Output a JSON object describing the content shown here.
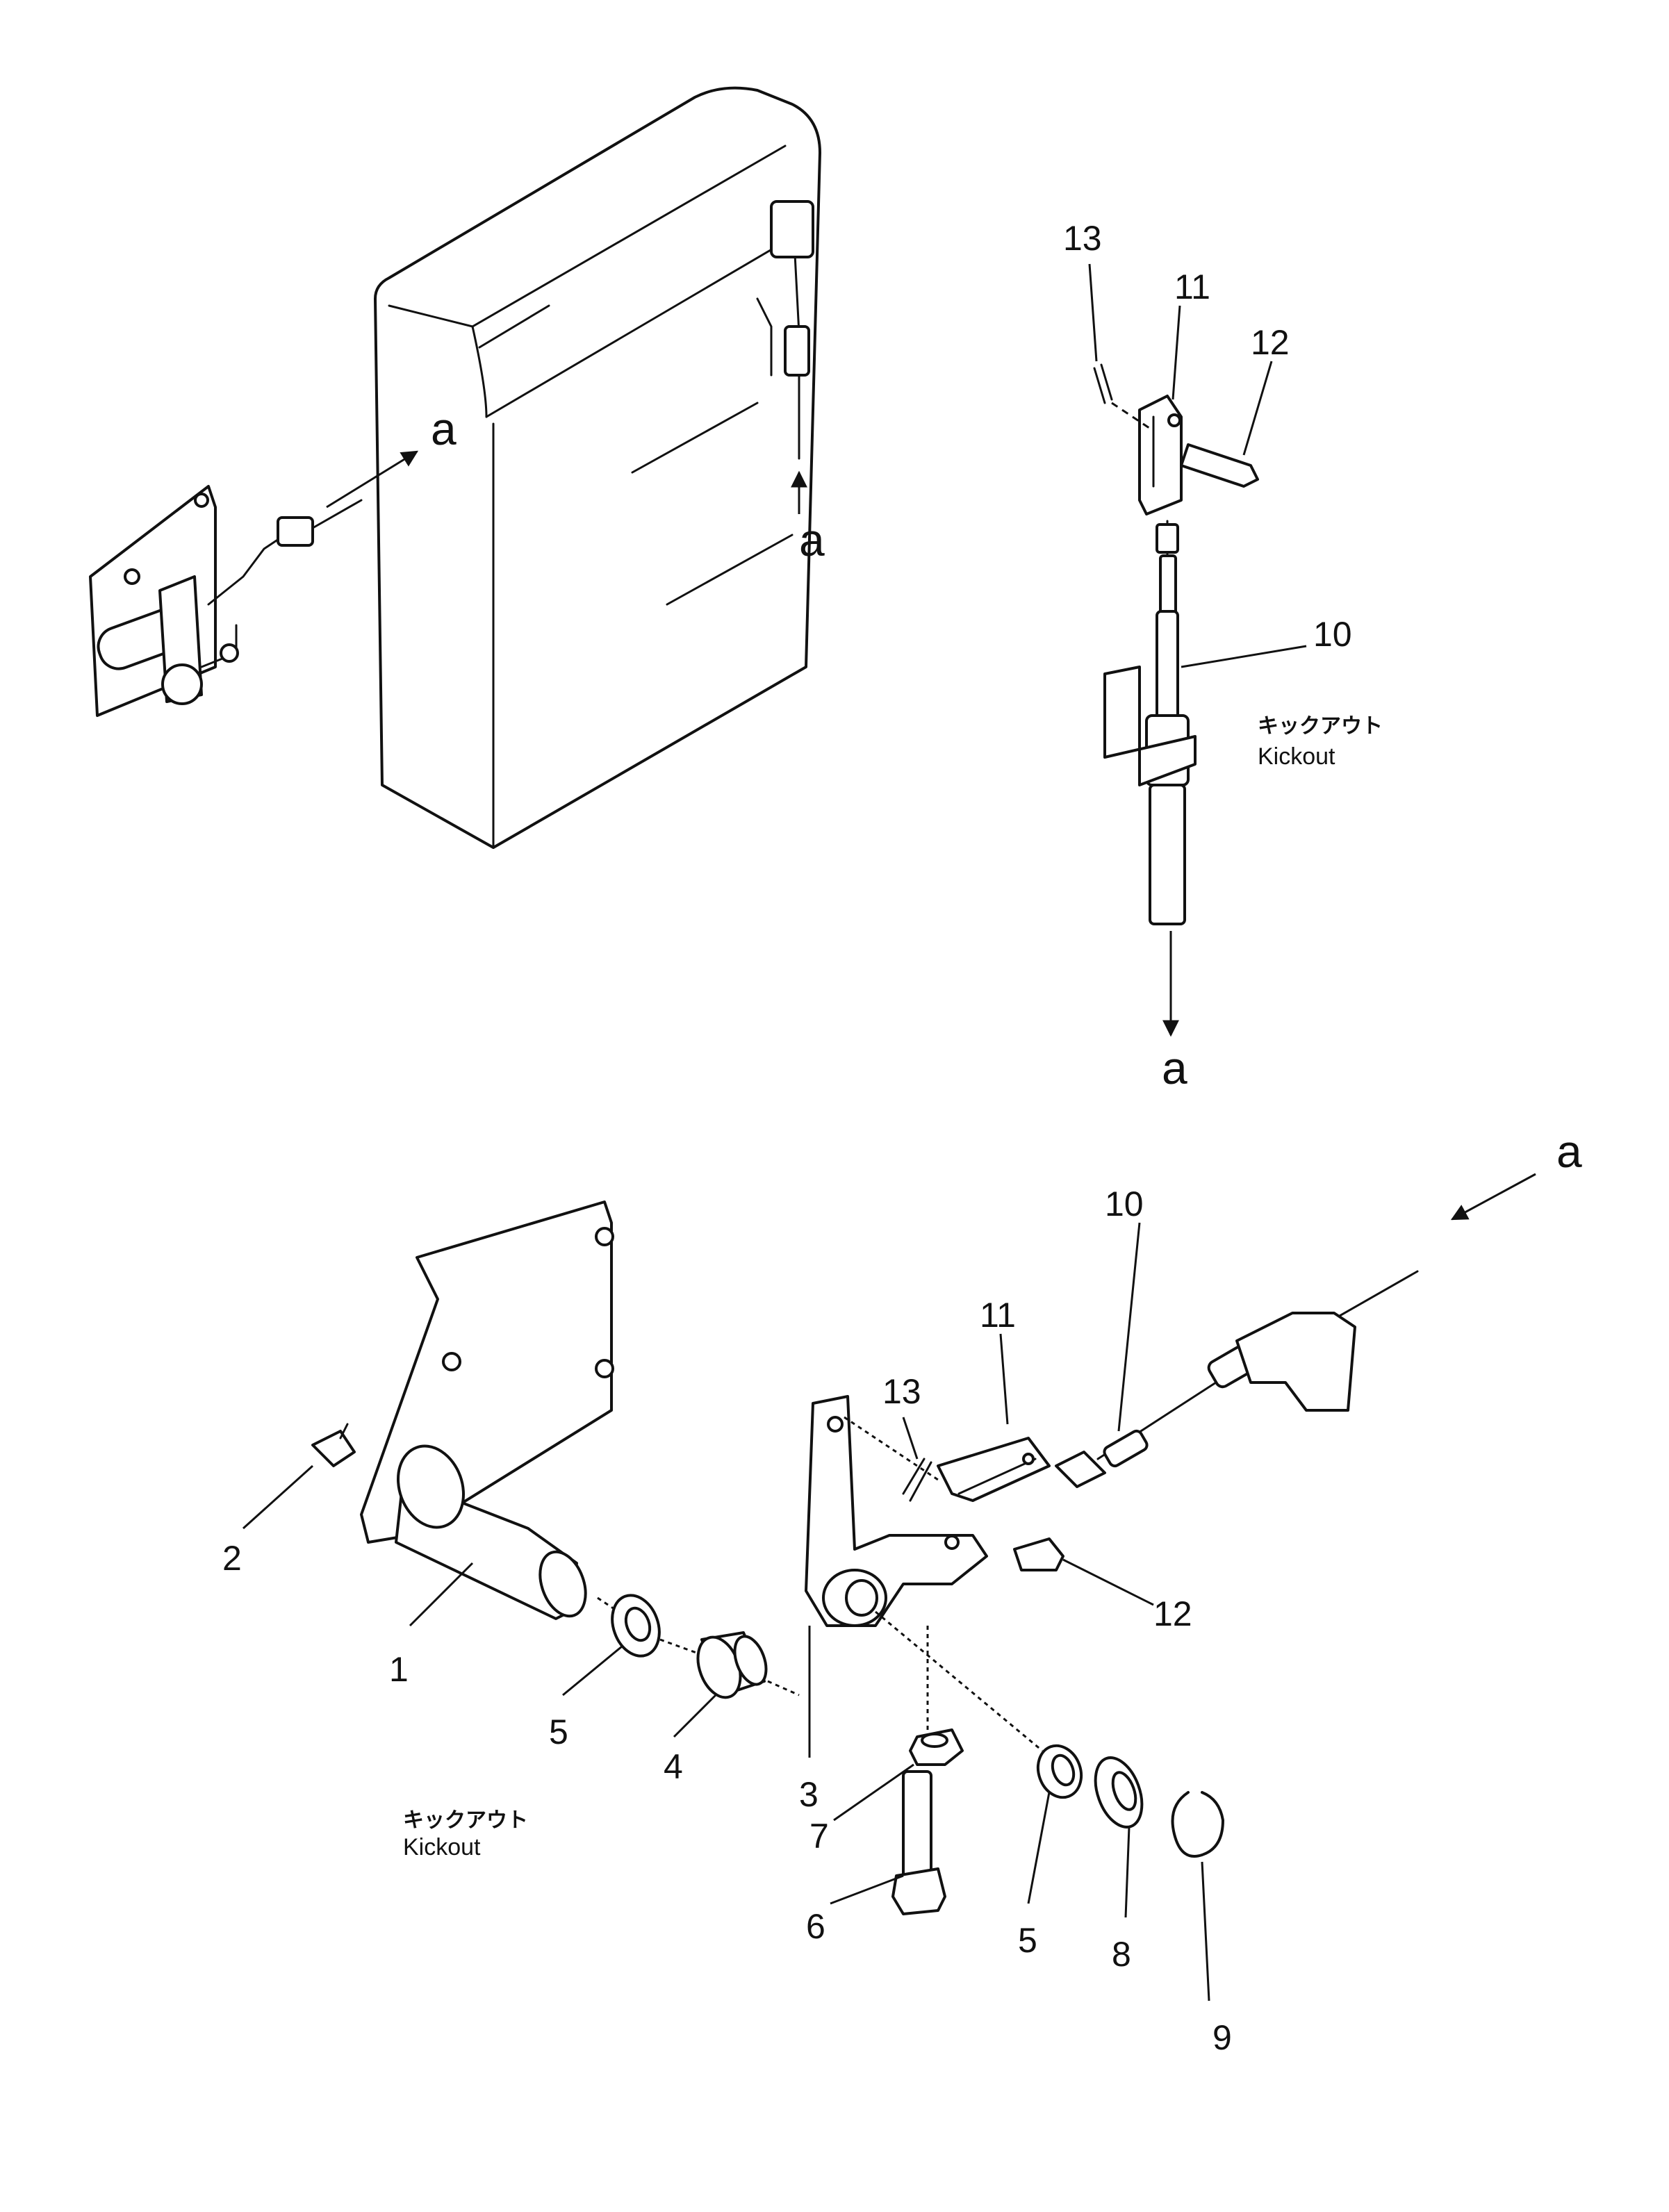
{
  "labels": {
    "p1": "1",
    "p2": "2",
    "p3": "3",
    "p4": "4",
    "p5a": "5",
    "p5b": "5",
    "p6": "6",
    "p7": "7",
    "p8": "8",
    "p9": "9",
    "p10_top": "10",
    "p10_bot": "10",
    "p11_top": "11",
    "p11_bot": "11",
    "p12_top": "12",
    "p12_bot": "12",
    "p13_top": "13",
    "p13_bot": "13"
  },
  "refs": {
    "a_side": "a",
    "a_front": "a",
    "a_cable_top": "a",
    "a_cable_bottom": "a"
  },
  "notes": {
    "kickout_jp_top": "キックアウト",
    "kickout_en_top": "Kickout",
    "kickout_jp_bottom": "キックアウト",
    "kickout_en_bottom": "Kickout"
  }
}
